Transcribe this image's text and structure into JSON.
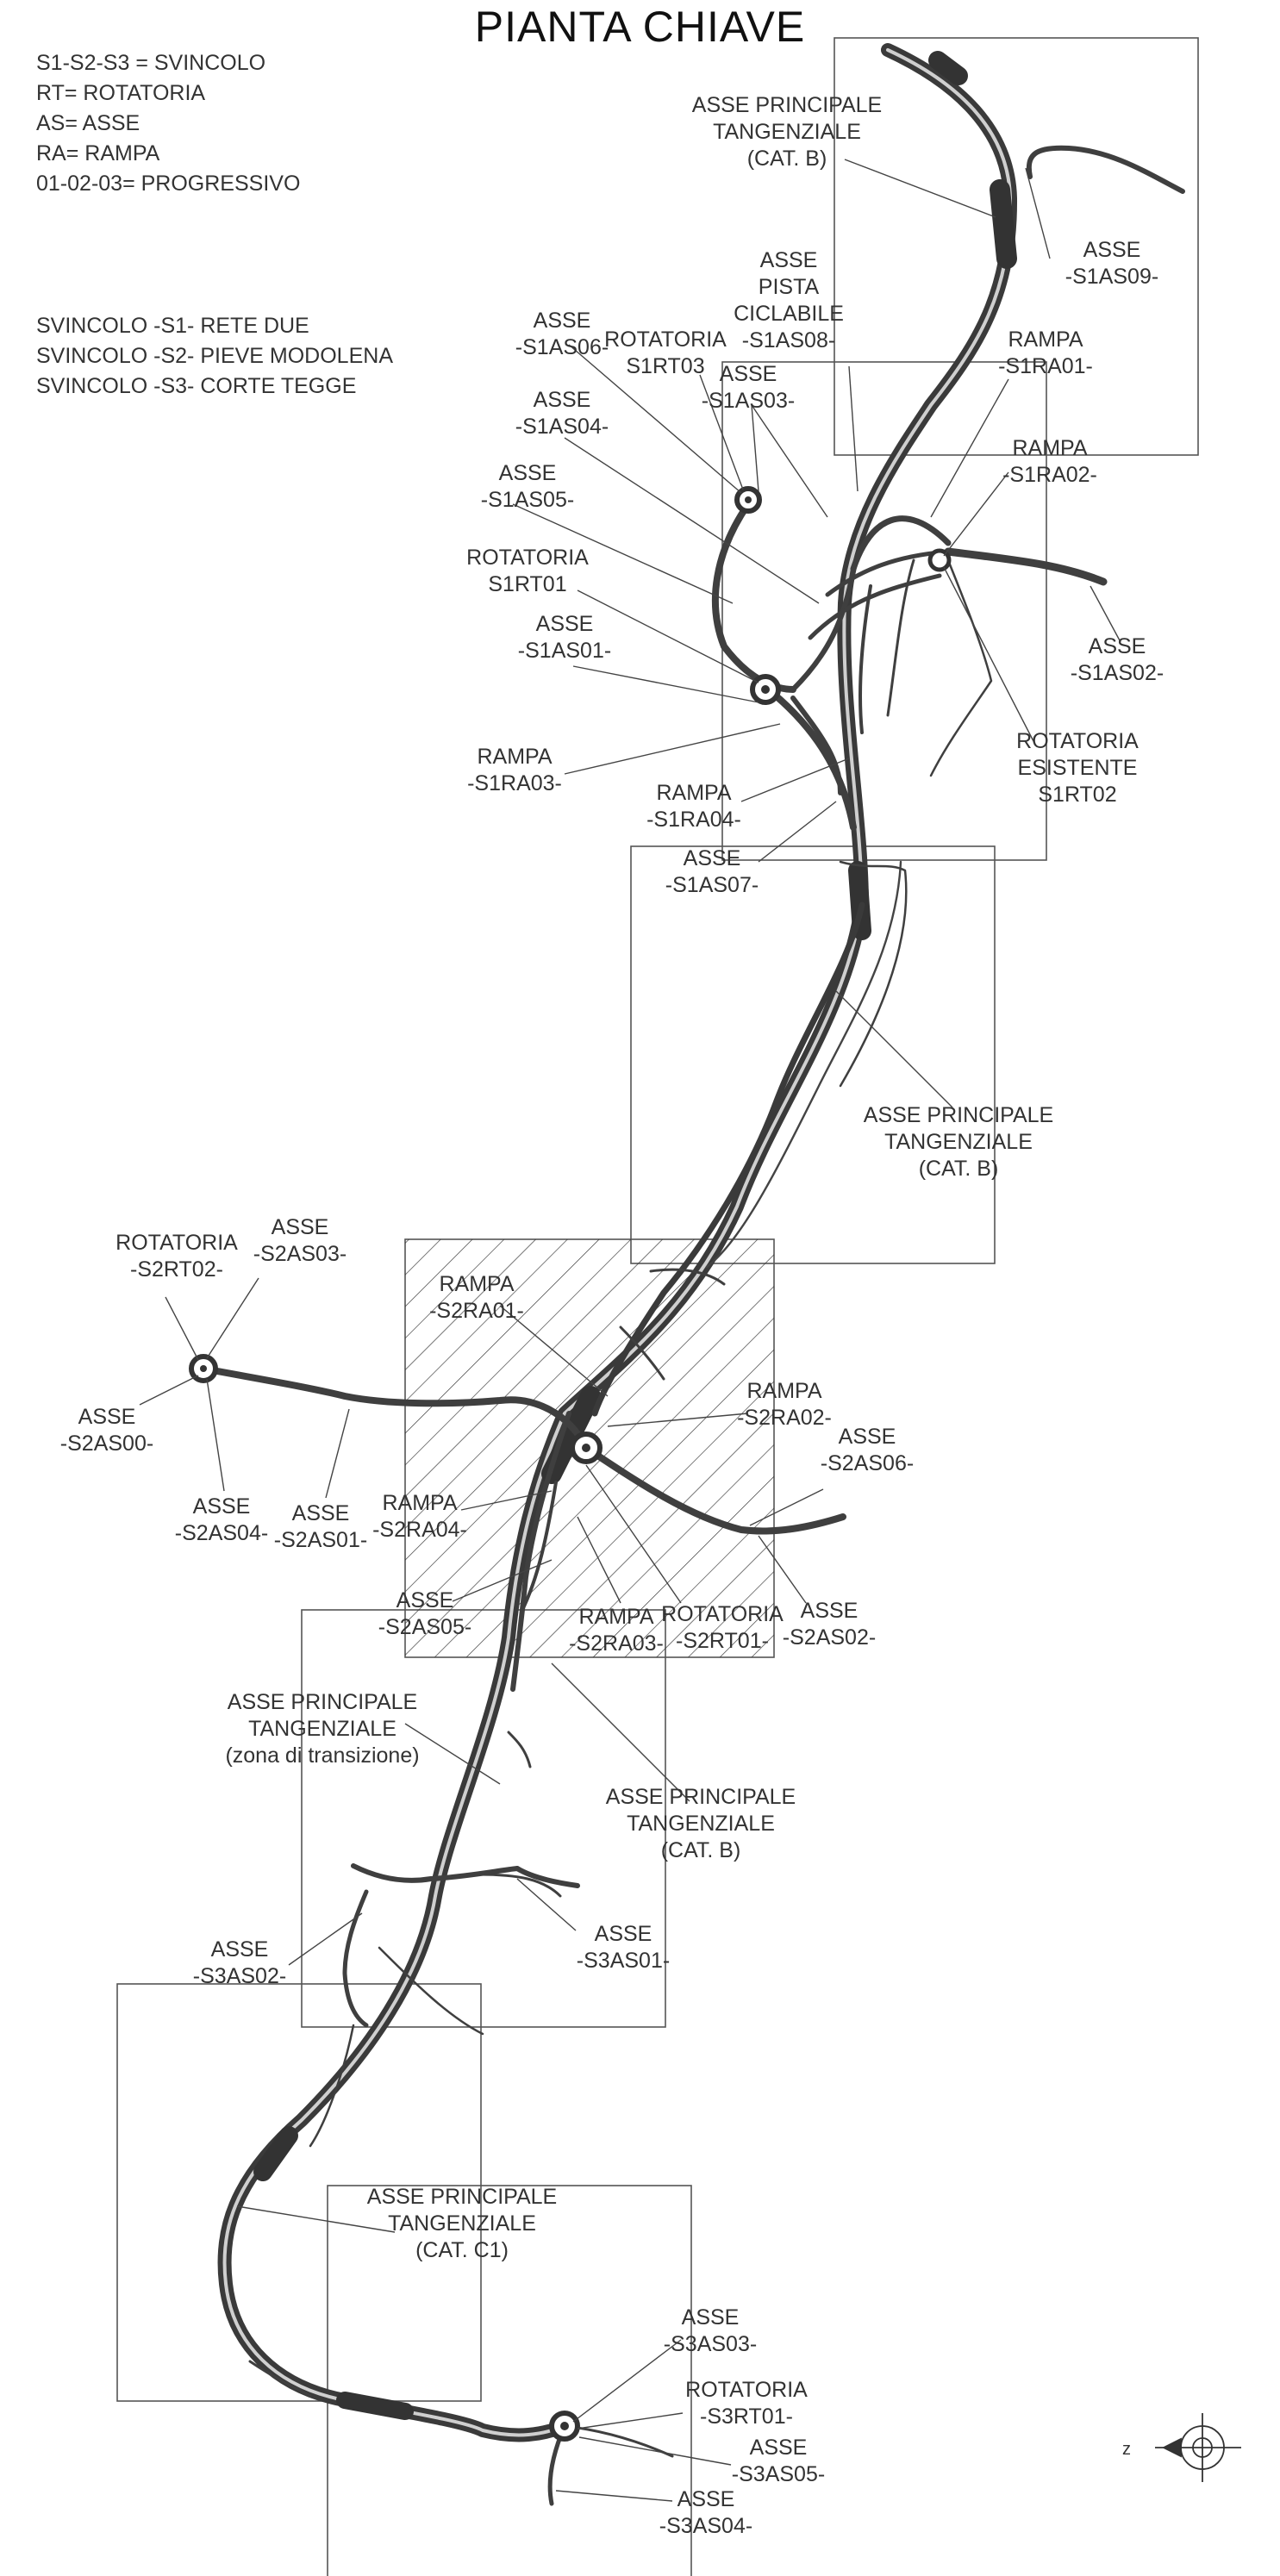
{
  "title": "PIANTA CHIAVE",
  "legend_abbreviations": [
    "S1-S2-S3 = SVINCOLO",
    "RT= ROTATORIA",
    "AS= ASSE",
    "RA= RAMPA",
    "01-02-03= PROGRESSIVO"
  ],
  "legend_junctions": [
    "SVINCOLO -S1- RETE DUE",
    "SVINCOLO -S2- PIEVE MODOLENA",
    "SVINCOLO -S3- CORTE TEGGE"
  ],
  "compass": {
    "north_letter": "z"
  },
  "labels": {
    "main_axis_b_top": [
      "ASSE PRINCIPALE",
      "TANGENZIALE",
      "(CAT. B)"
    ],
    "s1as09": [
      "ASSE",
      "-S1AS09-"
    ],
    "s1as08": [
      "ASSE",
      "PISTA",
      "CICLABILE",
      "-S1AS08-"
    ],
    "s1as06": [
      "ASSE",
      "-S1AS06-"
    ],
    "s1rt03": [
      "ROTATORIA",
      "S1RT03"
    ],
    "s1as03": [
      "ASSE",
      "-S1AS03-"
    ],
    "s1ra01": [
      "RAMPA",
      "-S1RA01-"
    ],
    "s1as04": [
      "ASSE",
      "-S1AS04-"
    ],
    "s1ra02": [
      "RAMPA",
      "-S1RA02-"
    ],
    "s1as05": [
      "ASSE",
      "-S1AS05-"
    ],
    "s1rt01": [
      "ROTATORIA",
      "S1RT01"
    ],
    "s1as02": [
      "ASSE",
      "-S1AS02-"
    ],
    "s1as01": [
      "ASSE",
      "-S1AS01-"
    ],
    "s1rt02": [
      "ROTATORIA",
      "ESISTENTE",
      "S1RT02"
    ],
    "s1ra03": [
      "RAMPA",
      "-S1RA03-"
    ],
    "s1ra04": [
      "RAMPA",
      "-S1RA04-"
    ],
    "s1as07": [
      "ASSE",
      "-S1AS07-"
    ],
    "main_axis_b_mid": [
      "ASSE PRINCIPALE",
      "TANGENZIALE",
      "(CAT. B)"
    ],
    "s2rt02": [
      "ROTATORIA",
      "-S2RT02-"
    ],
    "s2as03": [
      "ASSE",
      "-S2AS03-"
    ],
    "s2ra01": [
      "RAMPA",
      "-S2RA01-"
    ],
    "s2ra02": [
      "RAMPA",
      "-S2RA02-"
    ],
    "s2as00": [
      "ASSE",
      "-S2AS00-"
    ],
    "s2as06": [
      "ASSE",
      "-S2AS06-"
    ],
    "s2as04": [
      "ASSE",
      "-S2AS04-"
    ],
    "s2as01": [
      "ASSE",
      "-S2AS01-"
    ],
    "s2ra04": [
      "RAMPA",
      "-S2RA04-"
    ],
    "s2as05": [
      "ASSE",
      "-S2AS05-"
    ],
    "s2ra03": [
      "RAMPA",
      "-S2RA03-"
    ],
    "s2rt01": [
      "ROTATORIA",
      "-S2RT01-"
    ],
    "s2as02": [
      "ASSE",
      "-S2AS02-"
    ],
    "main_axis_transition": [
      "ASSE PRINCIPALE",
      "TANGENZIALE",
      "(zona di transizione)"
    ],
    "main_axis_b_low": [
      "ASSE PRINCIPALE",
      "TANGENZIALE",
      "(CAT. B)"
    ],
    "s3as01": [
      "ASSE",
      "-S3AS01-"
    ],
    "s3as02": [
      "ASSE",
      "-S3AS02-"
    ],
    "main_axis_c1": [
      "ASSE PRINCIPALE",
      "TANGENZIALE",
      "(CAT. C1)"
    ],
    "s3as03": [
      "ASSE",
      "-S3AS03-"
    ],
    "s3rt01": [
      "ROTATORIA",
      "-S3RT01-"
    ],
    "s3as05": [
      "ASSE",
      "-S3AS05-"
    ],
    "s3as04": [
      "ASSE",
      "-S3AS04-"
    ]
  }
}
